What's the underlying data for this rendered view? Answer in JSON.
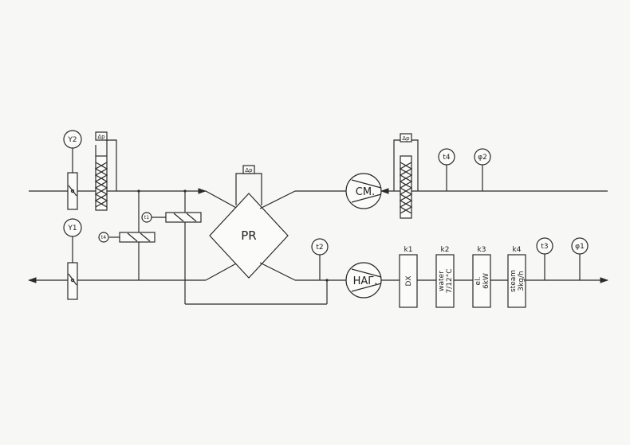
{
  "labels": {
    "y2": "Y2",
    "y1": "Y1",
    "dp": "Δp",
    "pr": "PR",
    "cm": "CM.",
    "nag": "НАГ.",
    "t1": "t1",
    "t2": "t2",
    "t3": "t3",
    "t4": "t4",
    "phi1": "φ1",
    "phi2": "φ2",
    "t1_small": "t1",
    "t4_small": "t4",
    "k1": "k1",
    "k2": "k2",
    "k3": "k3",
    "k4": "k4",
    "dx": "DX",
    "water": "water",
    "water_temp": "7/12°C",
    "el": "el.",
    "el_power": "6kW",
    "steam": "steam",
    "steam_rate": "3kg/h"
  },
  "colors": {
    "line": "#2a2a2a",
    "paper": "#f7f7f5"
  }
}
